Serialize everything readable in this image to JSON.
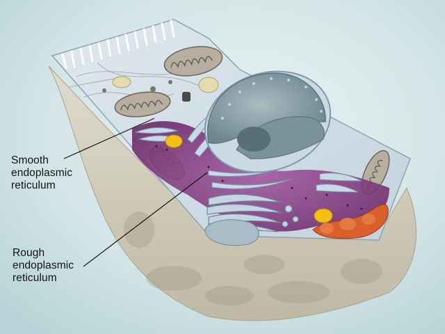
{
  "labels": {
    "smooth_er": {
      "lines": [
        "Smooth",
        "endoplasmic",
        "reticulum"
      ]
    },
    "rough_er": {
      "lines": [
        "Rough",
        "endoplasmic",
        "reticulum"
      ]
    }
  },
  "colors": {
    "background": "#cfe3e6",
    "cytoplasm_base": "#d6d0bd",
    "membrane_blue": "#b8cbd8",
    "nucleus": "#8fa6ae",
    "purple_er": "#8c3f88",
    "golgi": "#c5d6e2",
    "mitochondria": "#b8aea0",
    "vesicle_yellow": "#f2c114",
    "orange_tissue": "#d9602b"
  }
}
